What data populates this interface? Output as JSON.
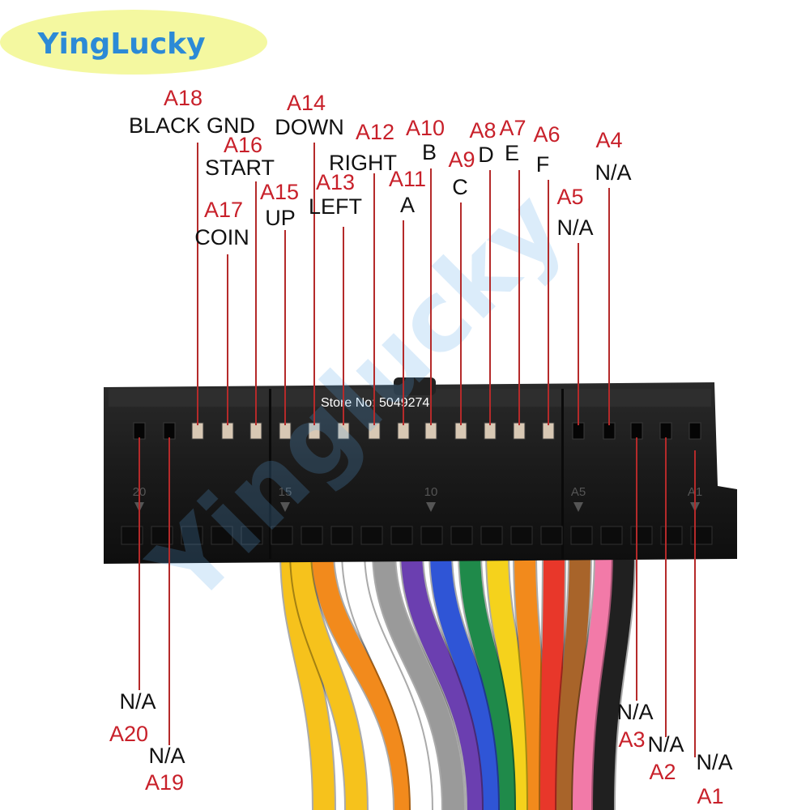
{
  "brand": {
    "name": "YingLucky",
    "color": "#2c8ad6",
    "badge_color": "#f4f8a0"
  },
  "store": {
    "label": "Store No: 5049274"
  },
  "watermark": {
    "text": "Yinglucky"
  },
  "connector": {
    "marks": [
      "20",
      "15",
      "10",
      "A5",
      "A1"
    ]
  },
  "colors": {
    "pin_code": "#c8202a",
    "pin_name": "#111111",
    "leader": "#b52a2a",
    "housing": "#1b1b1b"
  },
  "pins": [
    {
      "code": "A1",
      "name": "N/A"
    },
    {
      "code": "A2",
      "name": "N/A"
    },
    {
      "code": "A3",
      "name": "N/A"
    },
    {
      "code": "A4",
      "name": "N/A"
    },
    {
      "code": "A5",
      "name": "N/A"
    },
    {
      "code": "A6",
      "name": "F"
    },
    {
      "code": "A7",
      "name": "E"
    },
    {
      "code": "A8",
      "name": "D"
    },
    {
      "code": "A9",
      "name": "C"
    },
    {
      "code": "A10",
      "name": "B"
    },
    {
      "code": "A11",
      "name": "A"
    },
    {
      "code": "A12",
      "name": "RIGHT"
    },
    {
      "code": "A13",
      "name": "LEFT"
    },
    {
      "code": "A14",
      "name": "DOWN"
    },
    {
      "code": "A15",
      "name": "UP"
    },
    {
      "code": "A16",
      "name": "START"
    },
    {
      "code": "A17",
      "name": "COIN"
    },
    {
      "code": "A18",
      "name": "BLACK GND"
    },
    {
      "code": "A19",
      "name": "N/A"
    },
    {
      "code": "A20",
      "name": "N/A"
    }
  ],
  "wire_colors": [
    "#f6c21c",
    "#f6c21c",
    "#f28a1c",
    "#ffffff",
    "#9a9a9a",
    "#6b3fb0",
    "#2f55d6",
    "#1f8a4a",
    "#f5d21c",
    "#f28a1c",
    "#e8372a",
    "#a8642a",
    "#f27aa8",
    "#202020"
  ]
}
